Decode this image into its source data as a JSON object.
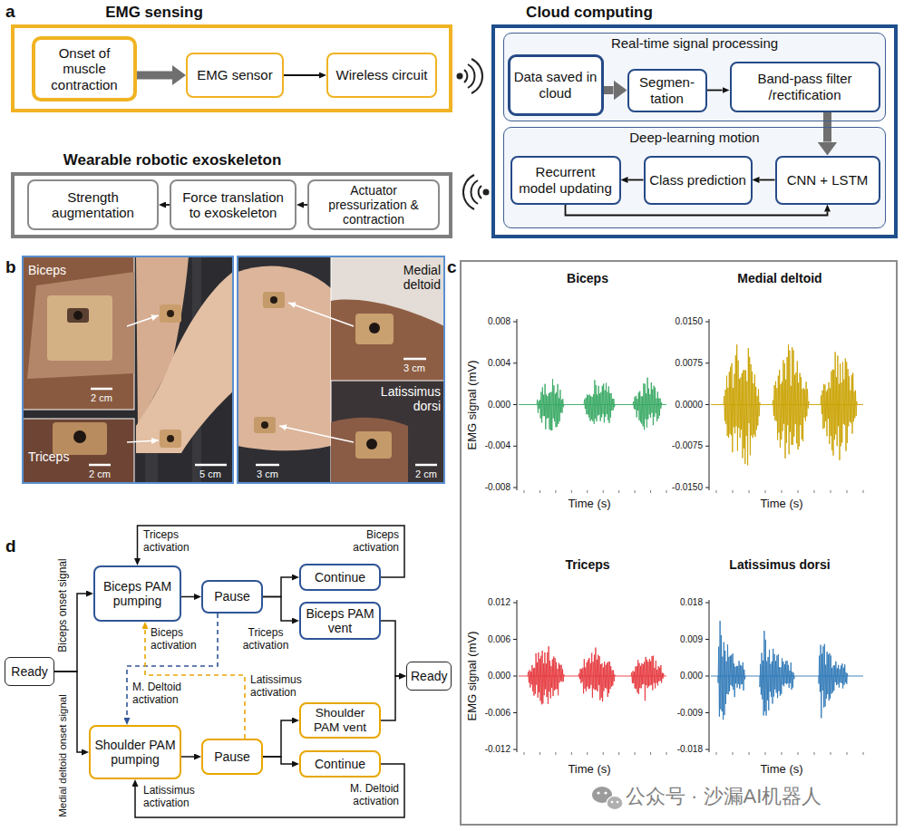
{
  "diagram": {
    "nodes": [
      {
        "text": [
          "EMG sensing"
        ]
      },
      {
        "text": [
          "Onset of muscle contraction"
        ],
        "in": 0
      },
      {
        "text": [
          "EMG sensor"
        ],
        "in": 0
      },
      {
        "text": [
          "Wireless circuit"
        ],
        "in": 0
      },
      {
        "text": [
          "Cloud computing"
        ]
      },
      {
        "text": [
          "Real-time signal processing"
        ],
        "in": 4
      },
      {
        "text": [
          "Data saved in cloud"
        ],
        "in": 5
      },
      {
        "text": [
          "Segmen- tation"
        ],
        "in": 5
      },
      {
        "text": [
          "Band-pass filter /rectification"
        ],
        "in": 5
      },
      {
        "text": [
          "Deep-learning motion"
        ],
        "in": 4
      },
      {
        "text": [
          "Recurrent model updating"
        ],
        "in": 9
      },
      {
        "text": [
          "Class prediction"
        ],
        "in": 9
      },
      {
        "text": [
          "CNN + LSTM"
        ],
        "in": 9
      },
      {
        "text": [
          "Wearable robotic exoskeleton"
        ]
      },
      {
        "text": [
          "Strength augmentation"
        ],
        "in": 13
      },
      {
        "text": [
          "Force translation to exoskeleton"
        ],
        "in": 13
      },
      {
        "text": [
          "Actuator pressurization & contraction"
        ],
        "in": 13
      },
      {
        "text": [
          "Ready"
        ]
      },
      {
        "text": [
          "Biceps PAM pumping"
        ]
      },
      {
        "text": [
          "Pause"
        ]
      },
      {
        "text": [
          "Continue"
        ]
      },
      {
        "text": [
          "Biceps PAM vent"
        ]
      },
      {
        "text": [
          "Shoulder PAM pumping"
        ]
      },
      {
        "text": [
          "Pause"
        ]
      },
      {
        "text": [
          "Shoulder PAM vent"
        ]
      },
      {
        "text": [
          "Continue"
        ]
      },
      {
        "text": [
          "Ready"
        ]
      }
    ],
    "edges": [
      {
        "from": 1,
        "to": 2,
        "arrow": "to"
      },
      {
        "from": 2,
        "to": 3,
        "arrow": "to"
      },
      {
        "from": 6,
        "to": 7,
        "arrow": "to"
      },
      {
        "from": 7,
        "to": 8,
        "arrow": "to"
      },
      {
        "from": 8,
        "to": 12,
        "arrow": "to"
      },
      {
        "from": 12,
        "to": 11,
        "arrow": "to"
      },
      {
        "from": 11,
        "to": 10,
        "arrow": "to"
      },
      {
        "from": 10,
        "to": 12,
        "arrow": "to"
      },
      {
        "from": 16,
        "to": 15,
        "arrow": "to"
      },
      {
        "from": 15,
        "to": 14,
        "arrow": "to"
      },
      {
        "from": 17,
        "to": 18,
        "arrow": "to",
        "label": "Biceps onset signal"
      },
      {
        "from": 17,
        "to": 22,
        "arrow": "to",
        "label": "Medial deltoid onset signal"
      },
      {
        "from": 18,
        "to": 19,
        "arrow": "to"
      },
      {
        "from": 19,
        "to": 20,
        "arrow": "to"
      },
      {
        "from": 19,
        "to": 21,
        "arrow": "to",
        "label": "Triceps activation"
      },
      {
        "from": 20,
        "to": 18,
        "arrow": "to",
        "label": "Biceps activation"
      },
      {
        "from": 19,
        "to": 22,
        "arrow": "to",
        "label": "M. Deltoid activation"
      },
      {
        "from": 23,
        "to": 18,
        "arrow": "to",
        "label": "Biceps activation"
      },
      {
        "from": 22,
        "to": 23,
        "arrow": "to"
      },
      {
        "from": 23,
        "to": 24,
        "arrow": "to",
        "label": "Latissimus activation"
      },
      {
        "from": 23,
        "to": 25,
        "arrow": "to"
      },
      {
        "from": 25,
        "to": 22,
        "arrow": "to",
        "label": "M. Deltoid activation"
      },
      {
        "from": 21,
        "to": 26,
        "arrow": "to"
      },
      {
        "from": 24,
        "to": 26,
        "arrow": "to"
      }
    ],
    "labels": [
      "a",
      "b",
      "c",
      "d",
      "Biceps",
      "2 cm",
      "Triceps",
      "2 cm",
      "5 cm",
      "Medial deltoid",
      "3 cm",
      "Latissimus dorsi",
      "3 cm",
      "2 cm",
      "Biceps",
      "Medial deltoid",
      "Triceps",
      "Latissimus dorsi",
      "EMG signal (mV)",
      "EMG signal (mV)",
      "Time (s)",
      "Time (s)",
      "Time (s)",
      "Time (s)",
      "0.008",
      "0.004",
      "0.000",
      "-0.004",
      "-0.008",
      "0.0150",
      "0.0075",
      "0.0000",
      "-0.0075",
      "-0.0150",
      "0.012",
      "0.006",
      "0.000",
      "-0.006",
      "-0.012",
      "0.018",
      "0.009",
      "0.000",
      "-0.009",
      "-0.018",
      "Triceps activation",
      "Latissimus activation",
      "公众号 · 沙漏AI机器人"
    ]
  }
}
